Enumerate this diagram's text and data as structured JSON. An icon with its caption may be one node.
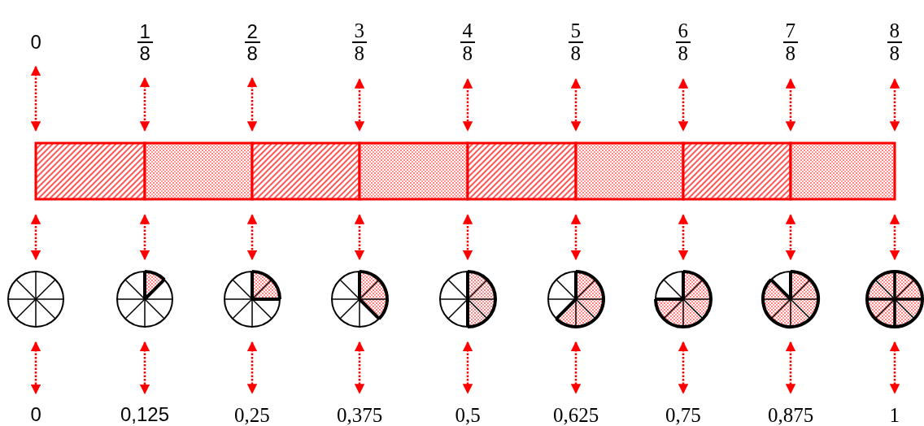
{
  "diagram": {
    "nodes": [
      {
        "text": [
          "0"
        ]
      },
      {
        "text": [
          "1",
          "8"
        ]
      },
      {
        "text": [
          "2",
          "8"
        ]
      },
      {
        "text": [
          "3",
          "8"
        ]
      },
      {
        "text": [
          "4",
          "8"
        ]
      },
      {
        "text": [
          "5",
          "8"
        ]
      },
      {
        "text": [
          "6",
          "8"
        ]
      },
      {
        "text": [
          "7",
          "8"
        ]
      },
      {
        "text": [
          "8",
          "8"
        ]
      },
      {
        "text": [],
        "shape": "bar"
      },
      {
        "text": [],
        "shape": "circle"
      },
      {
        "text": [],
        "shape": "circle"
      },
      {
        "text": [],
        "shape": "circle"
      },
      {
        "text": [],
        "shape": "circle"
      },
      {
        "text": [],
        "shape": "circle"
      },
      {
        "text": [],
        "shape": "circle"
      },
      {
        "text": [],
        "shape": "circle"
      },
      {
        "text": [],
        "shape": "circle"
      },
      {
        "text": [],
        "shape": "circle"
      },
      {
        "text": [
          "0"
        ]
      },
      {
        "text": [
          "0,125"
        ]
      },
      {
        "text": [
          "0,25"
        ]
      },
      {
        "text": [
          "0,375"
        ]
      },
      {
        "text": [
          "0,5"
        ]
      },
      {
        "text": [
          "0,625"
        ]
      },
      {
        "text": [
          "0,75"
        ]
      },
      {
        "text": [
          "0,875"
        ]
      },
      {
        "text": [
          "1"
        ]
      }
    ],
    "edges": [
      {
        "from": 0,
        "to": 9,
        "arrow": "both"
      },
      {
        "from": 1,
        "to": 9,
        "arrow": "both"
      },
      {
        "from": 2,
        "to": 9,
        "arrow": "both"
      },
      {
        "from": 3,
        "to": 9,
        "arrow": "both"
      },
      {
        "from": 4,
        "to": 9,
        "arrow": "both"
      },
      {
        "from": 5,
        "to": 9,
        "arrow": "both"
      },
      {
        "from": 6,
        "to": 9,
        "arrow": "both"
      },
      {
        "from": 7,
        "to": 9,
        "arrow": "both"
      },
      {
        "from": 8,
        "to": 9,
        "arrow": "both"
      },
      {
        "from": 9,
        "to": 10,
        "arrow": "both"
      },
      {
        "from": 9,
        "to": 11,
        "arrow": "both"
      },
      {
        "from": 9,
        "to": 12,
        "arrow": "both"
      },
      {
        "from": 9,
        "to": 13,
        "arrow": "both"
      },
      {
        "from": 9,
        "to": 14,
        "arrow": "both"
      },
      {
        "from": 9,
        "to": 15,
        "arrow": "both"
      },
      {
        "from": 9,
        "to": 16,
        "arrow": "both"
      },
      {
        "from": 9,
        "to": 17,
        "arrow": "both"
      },
      {
        "from": 9,
        "to": 18,
        "arrow": "both"
      },
      {
        "from": 10,
        "to": 19,
        "arrow": "both"
      },
      {
        "from": 11,
        "to": 20,
        "arrow": "both"
      },
      {
        "from": 12,
        "to": 21,
        "arrow": "both"
      },
      {
        "from": 13,
        "to": 22,
        "arrow": "both"
      },
      {
        "from": 14,
        "to": 23,
        "arrow": "both"
      },
      {
        "from": 15,
        "to": 24,
        "arrow": "both"
      },
      {
        "from": 16,
        "to": 25,
        "arrow": "both"
      },
      {
        "from": 17,
        "to": 26,
        "arrow": "both"
      },
      {
        "from": 18,
        "to": 27,
        "arrow": "both"
      }
    ]
  }
}
